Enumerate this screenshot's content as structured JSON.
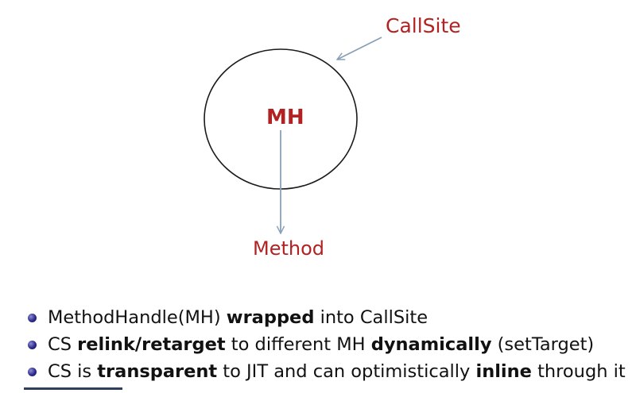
{
  "diagram": {
    "callsite_label": "CallSite",
    "mh_label": "MH",
    "method_label": "Method"
  },
  "bullets": [
    {
      "parts": [
        {
          "text": "MethodHandle(MH) ",
          "bold": false
        },
        {
          "text": "wrapped",
          "bold": true
        },
        {
          "text": " into CallSite",
          "bold": false
        }
      ]
    },
    {
      "parts": [
        {
          "text": "CS ",
          "bold": false
        },
        {
          "text": "relink/retarget",
          "bold": true
        },
        {
          "text": " to different MH ",
          "bold": false
        },
        {
          "text": "dynamically",
          "bold": true
        },
        {
          "text": " (setTarget)",
          "bold": false
        }
      ]
    },
    {
      "parts": [
        {
          "text": "CS is ",
          "bold": false
        },
        {
          "text": "transparent",
          "bold": true
        },
        {
          "text": " to JIT and can optimistically ",
          "bold": false
        },
        {
          "text": "inline",
          "bold": true
        },
        {
          "text": " through it",
          "bold": false
        }
      ]
    }
  ],
  "colors": {
    "label_red": "#b22222",
    "arrow": "#8aa0b8",
    "bullet_dot": "#2b2b8a"
  }
}
